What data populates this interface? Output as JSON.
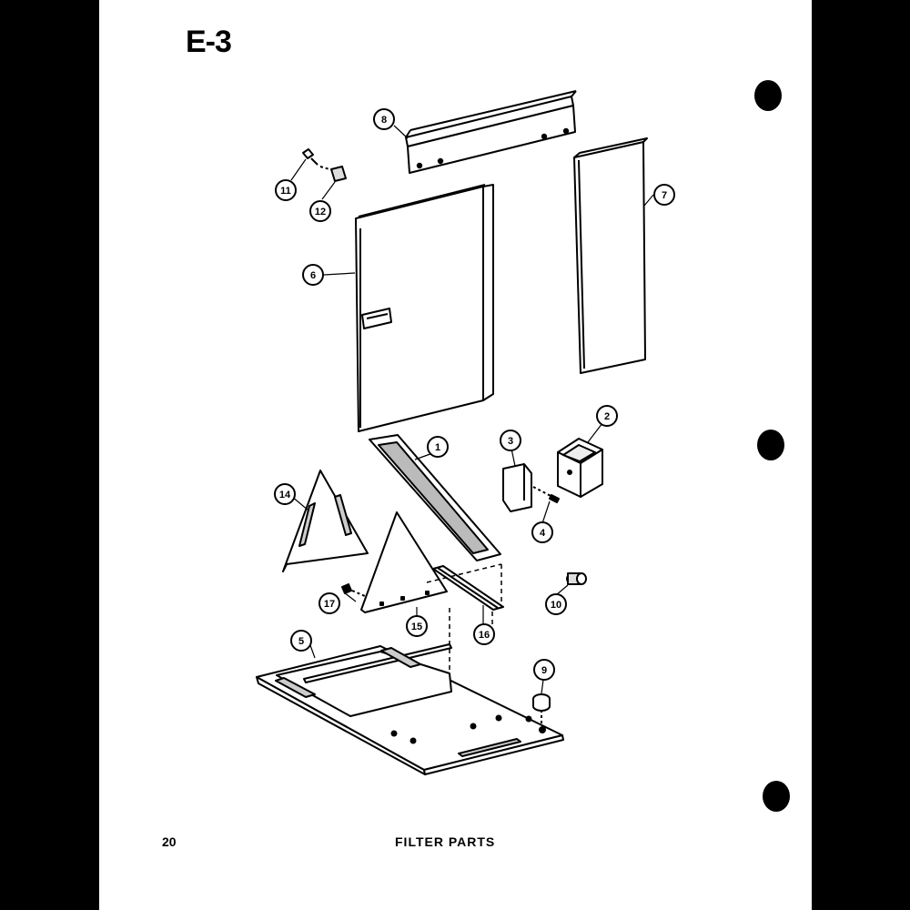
{
  "sheet": {
    "title": "E-3",
    "page_number": "20",
    "caption": "FILTER PARTS"
  },
  "callouts": [
    {
      "id": "c1",
      "label": "1"
    },
    {
      "id": "c2",
      "label": "2"
    },
    {
      "id": "c3",
      "label": "3"
    },
    {
      "id": "c4",
      "label": "4"
    },
    {
      "id": "c5",
      "label": "5"
    },
    {
      "id": "c6",
      "label": "6"
    },
    {
      "id": "c7",
      "label": "7"
    },
    {
      "id": "c8",
      "label": "8"
    },
    {
      "id": "c9",
      "label": "9"
    },
    {
      "id": "c10",
      "label": "10"
    },
    {
      "id": "c11",
      "label": "11"
    },
    {
      "id": "c12",
      "label": "12"
    },
    {
      "id": "c14",
      "label": "14"
    },
    {
      "id": "c15",
      "label": "15"
    },
    {
      "id": "c16",
      "label": "16"
    },
    {
      "id": "c17",
      "label": "17"
    }
  ]
}
